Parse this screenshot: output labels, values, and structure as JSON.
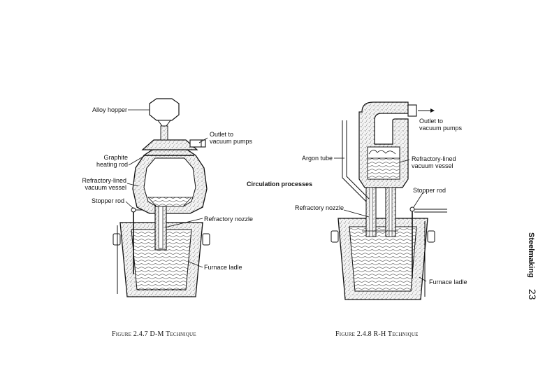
{
  "center_label": "Circulation processes",
  "figures": [
    {
      "caption": "Figure 2.4.7 D-M Technique",
      "labels": {
        "alloy_hopper": "Alloy hopper",
        "outlet_line1": "Outlet to",
        "outlet_line2": "vacuum pumps",
        "graphite_line1": "Graphite",
        "graphite_line2": "heating rod",
        "vessel_line1": "Refractory-lined",
        "vessel_line2": "vacuum vessel",
        "stopper_rod": "Stopper rod",
        "refractory_nozzle": "Refractory nozzle",
        "furnace_ladle": "Furnace ladle"
      }
    },
    {
      "caption": "Figure 2.4.8 R-H Technique",
      "labels": {
        "outlet_line1": "Outlet to",
        "outlet_line2": "vacuum pumps",
        "argon_tube": "Argon tube",
        "vessel_line1": "Refractory-lined",
        "vessel_line2": "vacuum vessel",
        "stopper_rod": "Stopper rod",
        "refractory_nozzle": "Refractory nozzle",
        "furnace_ladle": "Furnace ladle"
      }
    }
  ],
  "running_head": {
    "section": "Steelmaking",
    "page_number": "23"
  }
}
